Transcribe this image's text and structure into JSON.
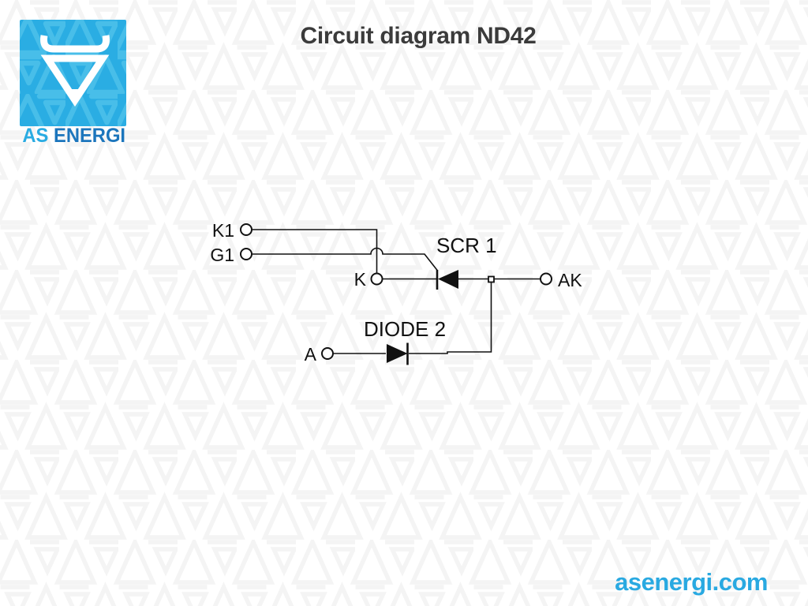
{
  "page": {
    "title": "Circuit diagram ND42",
    "website": "asenergi.com",
    "colors": {
      "background": "#ffffff",
      "watermark_stroke": "#f4f4f4",
      "title_text": "#3b3b3b",
      "circuit_lines": "#111111",
      "brand_blue": "#29abe2",
      "brand_dark_blue": "#1b75bc",
      "logo_pattern_blue": "#48bee9",
      "website_text": "#29a9e1"
    }
  },
  "logo": {
    "text_primary": "AS",
    "text_secondary": "ENERGI"
  },
  "circuit": {
    "type": "schematic",
    "device": "ND42 thyristor-diode module",
    "components": {
      "scr_label": "SCR 1",
      "diode_label": "DIODE 2"
    },
    "terminals": {
      "k1": "K1",
      "g1": "G1",
      "k": "K",
      "ak": "AK",
      "a": "A"
    }
  }
}
